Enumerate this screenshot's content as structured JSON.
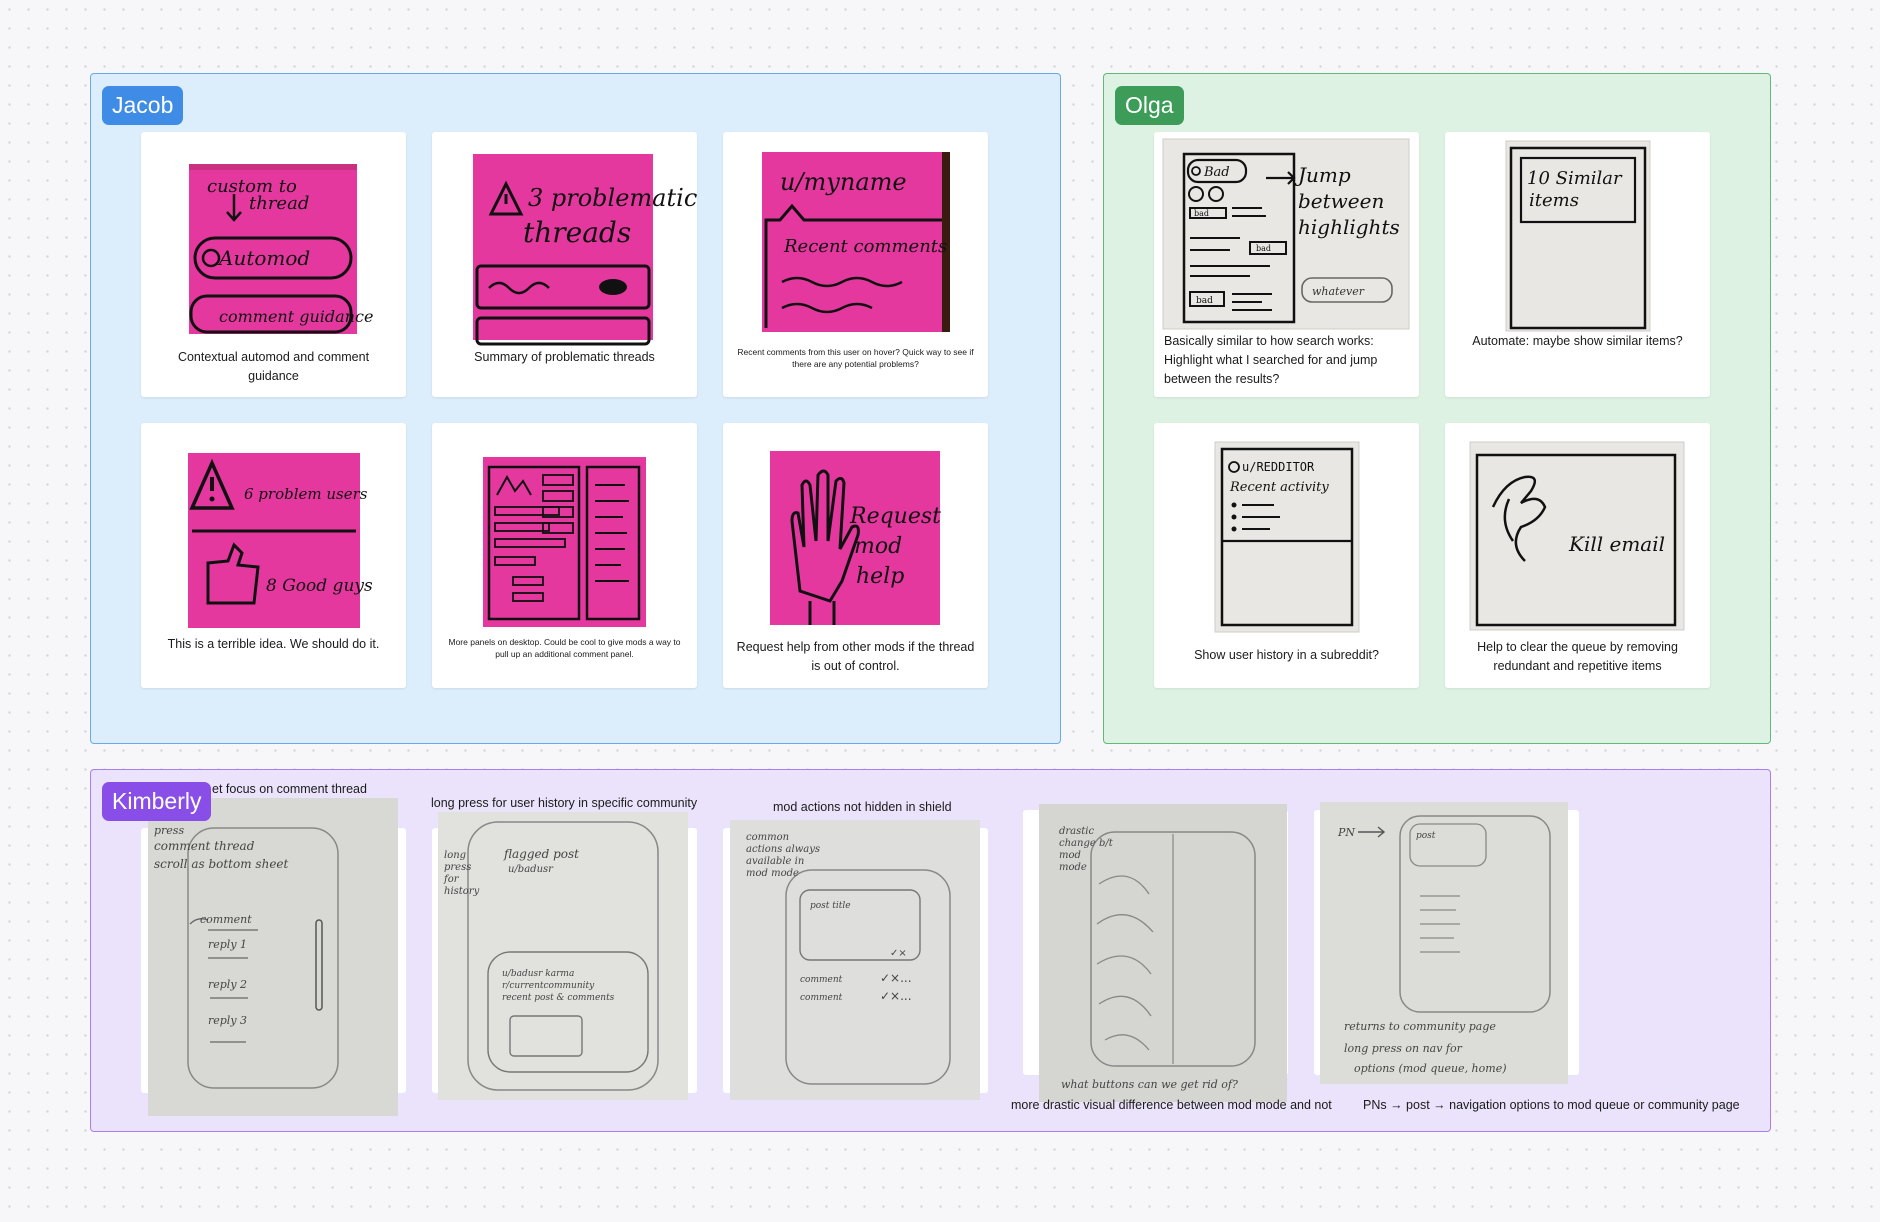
{
  "sections": {
    "jacob": {
      "name": "Jacob",
      "cards": [
        {
          "caption": "Contextual automod and comment guidance",
          "note_text": [
            "custom to",
            "thread",
            "Automod",
            "comment guidance"
          ]
        },
        {
          "caption": "Summary of problematic threads",
          "note_text": [
            "3 problematic",
            "threads"
          ]
        },
        {
          "caption": "Recent comments from this user on hover? Quick way to see if there are any potential problems?",
          "note_text": [
            "u/myname",
            "Recent comments"
          ]
        },
        {
          "caption": "This is a terrible idea. We should do it.",
          "note_text": [
            "6 problem users",
            "8 Good guys"
          ]
        },
        {
          "caption": "More panels on desktop. Could be cool to give mods a way to pull up an additional comment panel.",
          "note_text": []
        },
        {
          "caption": "Request help from other mods if the thread is out of control.",
          "note_text": [
            "Request",
            "mod",
            "help"
          ]
        }
      ]
    },
    "olga": {
      "name": "Olga",
      "cards": [
        {
          "caption": "Basically similar to how search works: Highlight what I searched for and jump between the results?",
          "note_text": [
            "Bad",
            "Jump",
            "between",
            "highlights",
            "bad",
            "bad",
            "bad",
            "whatever"
          ]
        },
        {
          "caption": "Automate: maybe show similar items?",
          "note_text": [
            "10 Similar",
            "items"
          ]
        },
        {
          "caption": "Show user history in a subreddit?",
          "note_text": [
            "u/REDDITOR",
            "Recent activity"
          ]
        },
        {
          "caption": "Help to clear the queue by removing redundant and repetitive items",
          "note_text": [
            "Kill email"
          ]
        }
      ]
    },
    "kimberly": {
      "name": "Kimberly",
      "sketches": [
        {
          "label": "et focus on comment thread",
          "note_text": [
            "press",
            "comment thread",
            "scroll as bottom sheet",
            "comment",
            "reply 1",
            "reply 2",
            "reply 3"
          ]
        },
        {
          "label": "long press for user history in specific community",
          "note_text": [
            "long",
            "press",
            "for",
            "history",
            "flagged post",
            "u/badusr",
            "u/badusr karma",
            "r/currentcommunity",
            "recent post & comments"
          ]
        },
        {
          "label": "mod actions not hidden in shield",
          "note_text": [
            "common",
            "actions always",
            "available in",
            "mod mode",
            "post title",
            "comment",
            "comment"
          ]
        },
        {
          "label": "more drastic visual difference between mod mode and not",
          "note_text": [
            "drastic",
            "change b/t",
            "mod",
            "mode",
            "what buttons can we get rid of?"
          ]
        },
        {
          "label": "PNs → post → navigation options to mod queue or community page",
          "note_text": [
            "PN",
            "post",
            "returns to community page",
            "long press on nav for",
            "options (mod queue, home)"
          ]
        }
      ]
    }
  },
  "colors": {
    "jacob_accent": "#3f8ce6",
    "olga_accent": "#3c9c58",
    "kimberly_accent": "#8a4ee8",
    "sticky_pink": "#e5389f",
    "ink": "#1b1b1b"
  }
}
